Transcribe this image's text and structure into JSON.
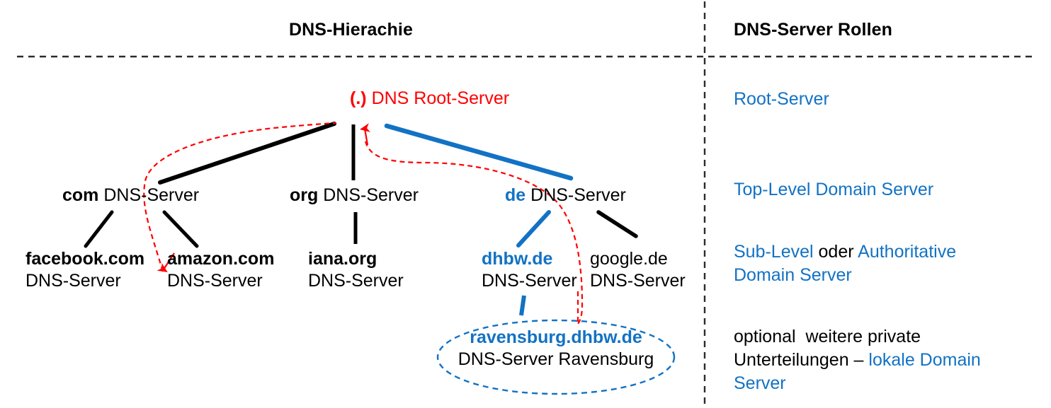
{
  "headers": {
    "left": "DNS-Hierachie",
    "right": "DNS-Server Rollen"
  },
  "colors": {
    "red": "#FF0000",
    "blue": "#1272C4",
    "black": "#000000",
    "divider": "#2B2B2B"
  },
  "tree": {
    "root": {
      "zone": "(.)",
      "label": "DNS Root-Server"
    },
    "tld": [
      {
        "zone": "com",
        "label": "DNS-Server"
      },
      {
        "zone": "org",
        "label": "DNS-Server"
      },
      {
        "zone": "de",
        "label": "DNS-Server"
      }
    ],
    "second": [
      {
        "zone": "facebook.com",
        "label": "DNS-Server"
      },
      {
        "zone": "amazon.com",
        "label": "DNS-Server"
      },
      {
        "zone": "iana.org",
        "label": "DNS-Server"
      },
      {
        "zone": "dhbw.de",
        "label": "DNS-Server"
      },
      {
        "zone": "google.de",
        "label": "DNS-Server"
      }
    ],
    "third": {
      "zone": "ravensburg.dhbw.de",
      "label": "DNS-Server Ravensburg"
    }
  },
  "roles": {
    "root": "Root-Server",
    "tld": "Top-Level Domain Server",
    "sub_a": "Sub-Level",
    "sub_mid": " oder ",
    "sub_b": "Authoritative Domain Server",
    "opt_a": "optional  weitere private Unterteilungen – ",
    "opt_b": "lokale Domain Server"
  }
}
